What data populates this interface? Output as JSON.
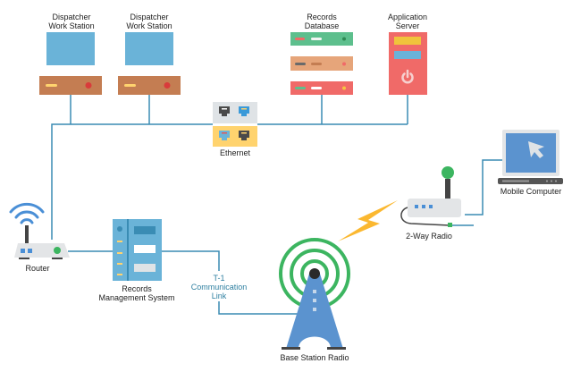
{
  "colors": {
    "line": "#3a8cb4",
    "monitor": "#6ab3d8",
    "cpu": "#c47d52",
    "db_green": "#5dbf8d",
    "db_orange": "#e6a57a",
    "db_red": "#f06a68",
    "server": "#f06a68",
    "ethernet_grey": "#dfe3e6",
    "ethernet_yellow": "#ffd36e",
    "tower": "#5b93cf",
    "signal": "#3cb560",
    "bolt": "#fbb830",
    "laptop": "#5b93cf",
    "rms": "#6ab3d8"
  },
  "nodes": {
    "ws1": {
      "label_line1": "Dispatcher",
      "label_line2": "Work Station"
    },
    "ws2": {
      "label_line1": "Dispatcher",
      "label_line2": "Work Station"
    },
    "db": {
      "label_line1": "Records",
      "label_line2": "Database"
    },
    "app": {
      "label_line1": "Application",
      "label_line2": "Server"
    },
    "ethernet": {
      "label": "Ethernet"
    },
    "mobile": {
      "label": "Mobile Computer"
    },
    "radio2way": {
      "label": "2-Way Radio"
    },
    "router": {
      "label": "Router"
    },
    "rms": {
      "label_line1": "Records",
      "label_line2": "Management System"
    },
    "t1": {
      "label_line1": "T-1",
      "label_line2": "Communication",
      "label_line3": "Link"
    },
    "base": {
      "label": "Base Station Radio"
    }
  }
}
